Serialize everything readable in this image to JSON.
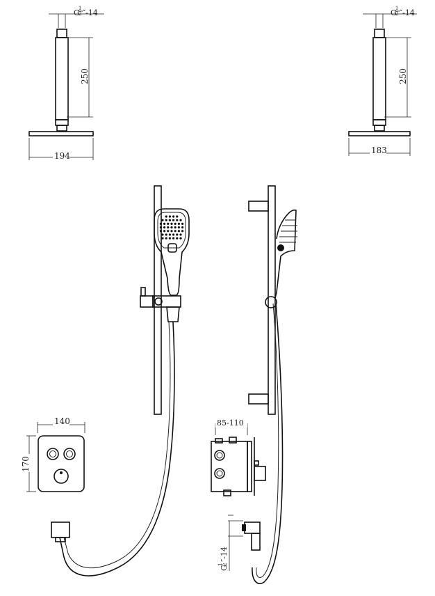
{
  "dimensions": {
    "thread_fraction_top": "1",
    "thread_fraction_bottom": "2",
    "thread_label": "G",
    "thread_suffix": "″-14",
    "arm_length": "250",
    "rose_width_front": "194",
    "rose_width_side": "183",
    "valve_width": "140",
    "valve_height": "170",
    "valve_depth": "85-110"
  },
  "colors": {
    "line": "#222222",
    "fill": "#111111",
    "background": "#ffffff"
  }
}
